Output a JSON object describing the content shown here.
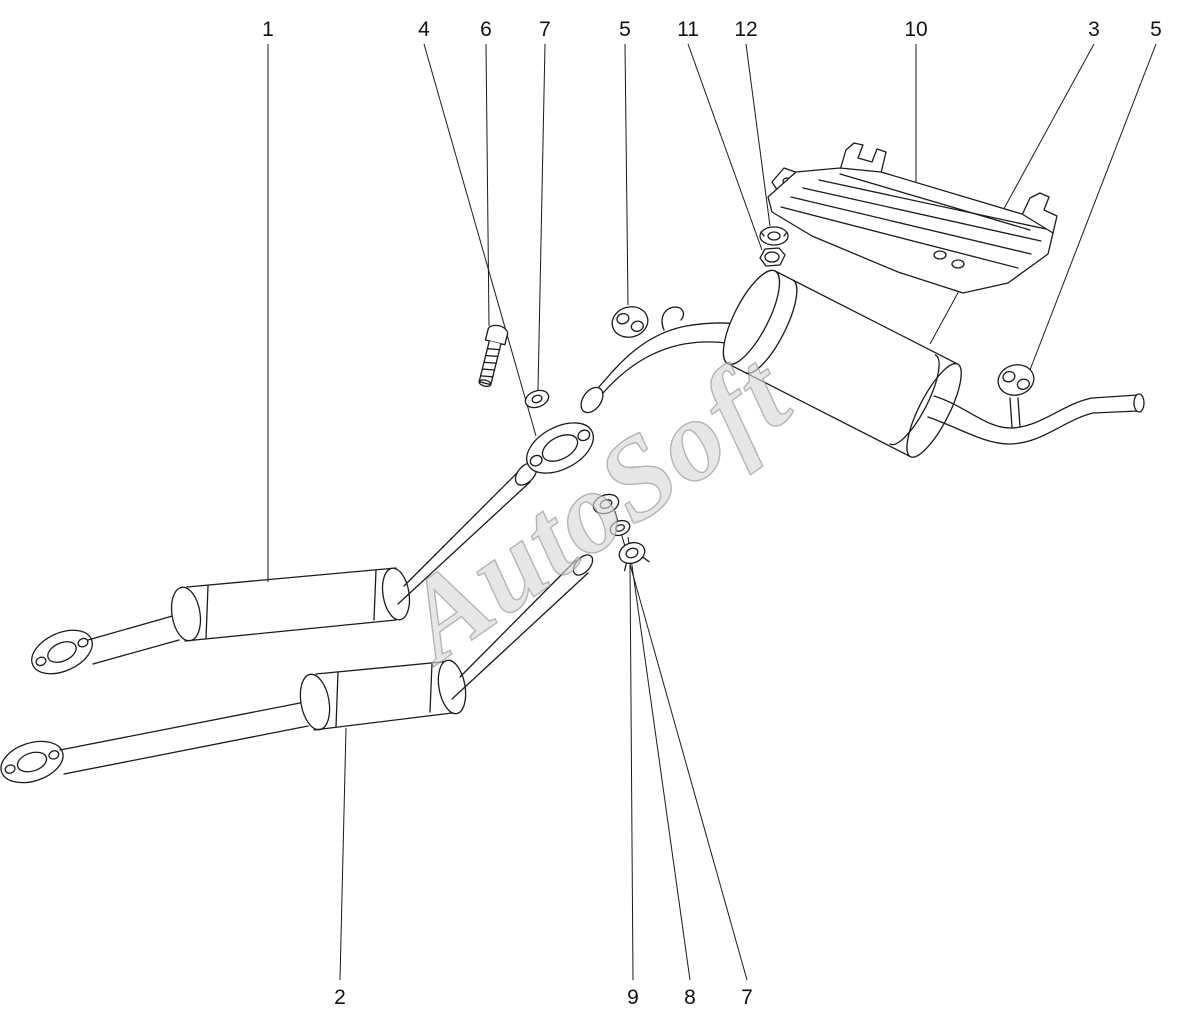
{
  "diagram": {
    "kind": "exhaust-system-parts-diagram",
    "watermark": {
      "text": "AutoSoft",
      "fill": "#d6d6d6",
      "stroke": "#949494"
    },
    "line_color": "#1a1a1a",
    "background": "#ffffff"
  },
  "callouts": [
    {
      "label": "1"
    },
    {
      "label": "4"
    },
    {
      "label": "6"
    },
    {
      "label": "7"
    },
    {
      "label": "5"
    },
    {
      "label": "11"
    },
    {
      "label": "12"
    },
    {
      "label": "10"
    },
    {
      "label": "3"
    },
    {
      "label": "5"
    },
    {
      "label": "2"
    },
    {
      "label": "9"
    },
    {
      "label": "8"
    },
    {
      "label": "7"
    }
  ]
}
